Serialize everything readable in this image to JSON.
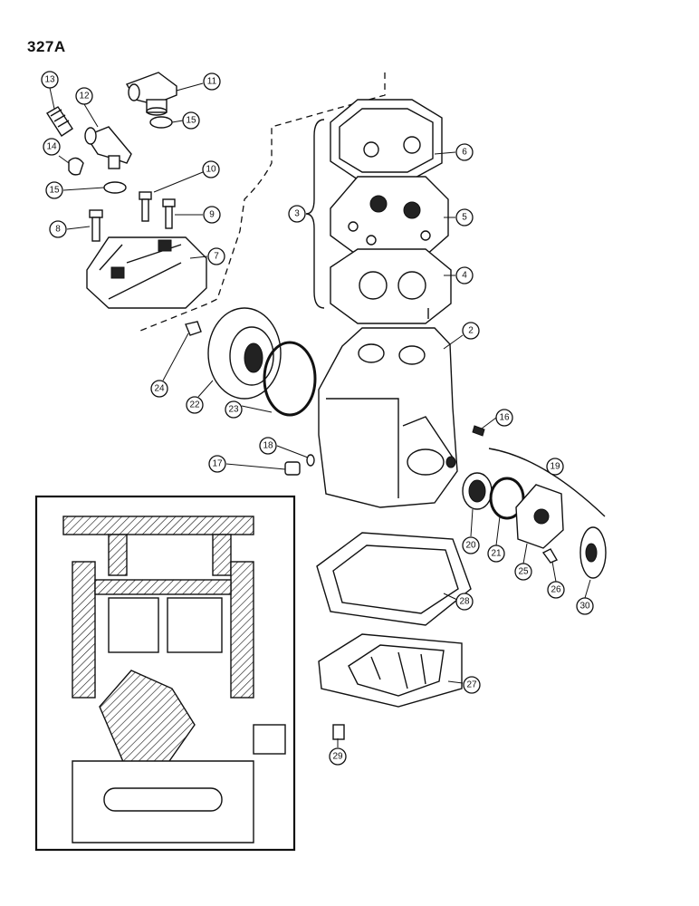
{
  "page_label": "327A",
  "callouts": [
    "2",
    "3",
    "4",
    "5",
    "6",
    "7",
    "8",
    "9",
    "10",
    "11",
    "12",
    "13",
    "14",
    "15",
    "15",
    "16",
    "17",
    "18",
    "19",
    "20",
    "21",
    "22",
    "23",
    "24",
    "25",
    "26",
    "27",
    "28",
    "29",
    "30"
  ]
}
